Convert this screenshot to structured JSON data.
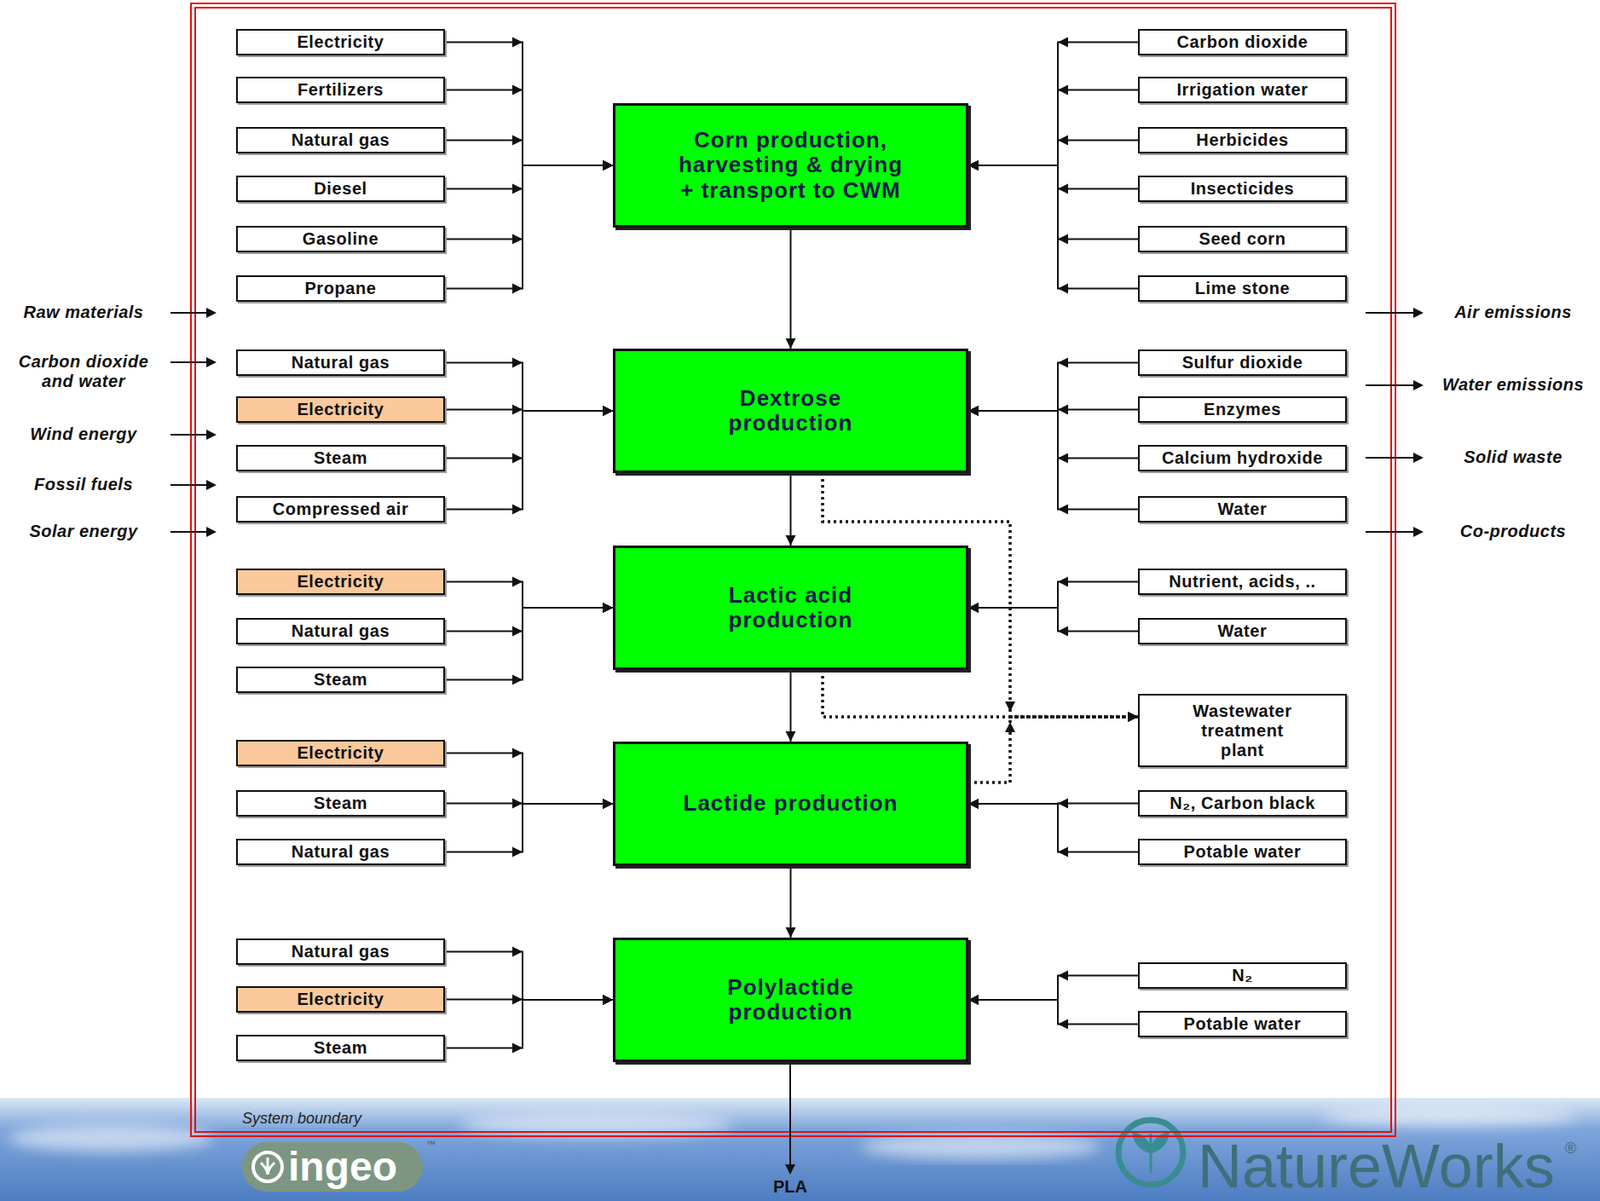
{
  "diagram": {
    "nodes": [
      {
        "text": [
          "Electricity"
        ]
      },
      {
        "text": [
          "Fertilizers"
        ]
      },
      {
        "text": [
          "Natural gas"
        ]
      },
      {
        "text": [
          "Diesel"
        ]
      },
      {
        "text": [
          "Gasoline"
        ]
      },
      {
        "text": [
          "Propane"
        ]
      },
      {
        "text": [
          "Corn production, harvesting & drying + transport to CWM"
        ]
      },
      {
        "text": [
          "Carbon dioxide"
        ]
      },
      {
        "text": [
          "Irrigation water"
        ]
      },
      {
        "text": [
          "Herbicides"
        ]
      },
      {
        "text": [
          "Insecticides"
        ]
      },
      {
        "text": [
          "Seed corn"
        ]
      },
      {
        "text": [
          "Lime stone"
        ]
      },
      {
        "text": [
          "Natural gas"
        ]
      },
      {
        "text": [
          "Electricity"
        ]
      },
      {
        "text": [
          "Steam"
        ]
      },
      {
        "text": [
          "Compressed air"
        ]
      },
      {
        "text": [
          "Dextrose production"
        ]
      },
      {
        "text": [
          "Sulfur dioxide"
        ]
      },
      {
        "text": [
          "Enzymes"
        ]
      },
      {
        "text": [
          "Calcium hydroxide"
        ]
      },
      {
        "text": [
          "Water"
        ]
      },
      {
        "text": [
          "Electricity"
        ]
      },
      {
        "text": [
          "Natural gas"
        ]
      },
      {
        "text": [
          "Steam"
        ]
      },
      {
        "text": [
          "Lactic acid production"
        ]
      },
      {
        "text": [
          "Nutrient, acids, .."
        ]
      },
      {
        "text": [
          "Water"
        ]
      },
      {
        "text": [
          "Wastewater treatment plant"
        ]
      },
      {
        "text": [
          "Electricity"
        ]
      },
      {
        "text": [
          "Steam"
        ]
      },
      {
        "text": [
          "Natural gas"
        ]
      },
      {
        "text": [
          "Lactide production"
        ]
      },
      {
        "text": [
          "N₂, Carbon black"
        ]
      },
      {
        "text": [
          "Potable water"
        ]
      },
      {
        "text": [
          "Natural gas"
        ]
      },
      {
        "text": [
          "Electricity"
        ]
      },
      {
        "text": [
          "Steam"
        ]
      },
      {
        "text": [
          "Polylactide production"
        ]
      },
      {
        "text": [
          "N₂"
        ]
      },
      {
        "text": [
          "Potable water"
        ]
      }
    ],
    "edges": [
      {
        "from": 0,
        "to": 6,
        "arrow": "to"
      },
      {
        "from": 1,
        "to": 6,
        "arrow": "to"
      },
      {
        "from": 2,
        "to": 6,
        "arrow": "to"
      },
      {
        "from": 3,
        "to": 6,
        "arrow": "to"
      },
      {
        "from": 4,
        "to": 6,
        "arrow": "to"
      },
      {
        "from": 5,
        "to": 6,
        "arrow": "to"
      },
      {
        "from": 7,
        "to": 6,
        "arrow": "to"
      },
      {
        "from": 8,
        "to": 6,
        "arrow": "to"
      },
      {
        "from": 9,
        "to": 6,
        "arrow": "to"
      },
      {
        "from": 10,
        "to": 6,
        "arrow": "to"
      },
      {
        "from": 11,
        "to": 6,
        "arrow": "to"
      },
      {
        "from": 12,
        "to": 6,
        "arrow": "to"
      },
      {
        "from": 6,
        "to": 17,
        "arrow": "to"
      },
      {
        "from": 13,
        "to": 17,
        "arrow": "to"
      },
      {
        "from": 14,
        "to": 17,
        "arrow": "to"
      },
      {
        "from": 15,
        "to": 17,
        "arrow": "to"
      },
      {
        "from": 16,
        "to": 17,
        "arrow": "to"
      },
      {
        "from": 18,
        "to": 17,
        "arrow": "to"
      },
      {
        "from": 19,
        "to": 17,
        "arrow": "to"
      },
      {
        "from": 20,
        "to": 17,
        "arrow": "to"
      },
      {
        "from": 21,
        "to": 17,
        "arrow": "to"
      },
      {
        "from": 17,
        "to": 25,
        "arrow": "to"
      },
      {
        "from": 22,
        "to": 25,
        "arrow": "to"
      },
      {
        "from": 23,
        "to": 25,
        "arrow": "to"
      },
      {
        "from": 24,
        "to": 25,
        "arrow": "to"
      },
      {
        "from": 26,
        "to": 25,
        "arrow": "to"
      },
      {
        "from": 27,
        "to": 25,
        "arrow": "to"
      },
      {
        "from": 25,
        "to": 32,
        "arrow": "to"
      },
      {
        "from": 29,
        "to": 32,
        "arrow": "to"
      },
      {
        "from": 30,
        "to": 32,
        "arrow": "to"
      },
      {
        "from": 31,
        "to": 32,
        "arrow": "to"
      },
      {
        "from": 33,
        "to": 32,
        "arrow": "to"
      },
      {
        "from": 34,
        "to": 32,
        "arrow": "to"
      },
      {
        "from": 32,
        "to": 38,
        "arrow": "to"
      },
      {
        "from": 35,
        "to": 38,
        "arrow": "to"
      },
      {
        "from": 36,
        "to": 38,
        "arrow": "to"
      },
      {
        "from": 37,
        "to": 38,
        "arrow": "to"
      },
      {
        "from": 39,
        "to": 38,
        "arrow": "to"
      },
      {
        "from": 40,
        "to": 38,
        "arrow": "to"
      },
      {
        "from": 17,
        "to": 28,
        "arrow": "to"
      },
      {
        "from": 25,
        "to": 28,
        "arrow": "to"
      },
      {
        "from": 32,
        "to": 28,
        "arrow": "to"
      }
    ],
    "labels": [
      "Raw materials",
      "Carbon dioxide and water",
      "Wind energy",
      "Fossil fuels",
      "Solar energy",
      "Air emissions",
      "Water emissions",
      "Solid waste",
      "Co-products",
      "System boundary",
      "PLA",
      "ingeo",
      "™",
      "NatureWorks",
      "®"
    ]
  }
}
